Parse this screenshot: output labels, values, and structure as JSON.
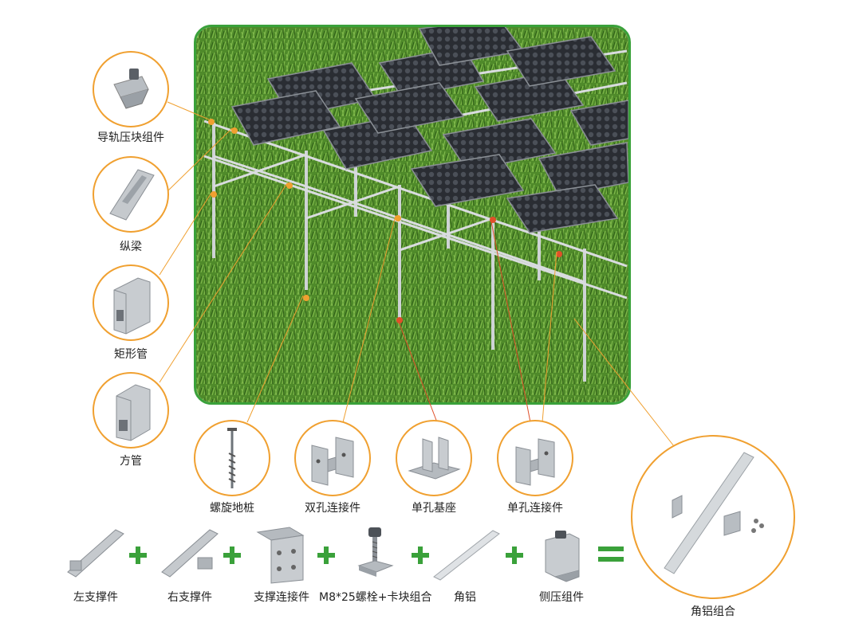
{
  "colors": {
    "accent_green": "#3aa13a",
    "callout_orange": "#f0a030",
    "dot_red": "#e0502a"
  },
  "left_components": [
    {
      "label": "导轨压块组件",
      "icon": "rail-clamp-icon"
    },
    {
      "label": "纵梁",
      "icon": "longitudinal-beam-icon"
    },
    {
      "label": "矩形管",
      "icon": "rectangular-tube-icon"
    },
    {
      "label": "方管",
      "icon": "square-tube-icon"
    }
  ],
  "bottom_components": [
    {
      "label": "螺旋地桩",
      "icon": "ground-screw-icon"
    },
    {
      "label": "双孔连接件",
      "icon": "double-hole-connector-icon"
    },
    {
      "label": "单孔基座",
      "icon": "single-hole-base-icon"
    },
    {
      "label": "单孔连接件",
      "icon": "single-hole-connector-icon"
    }
  ],
  "formula_parts": [
    {
      "label": "左支撑件",
      "icon": "left-support-icon"
    },
    {
      "label": "右支撑件",
      "icon": "right-support-icon"
    },
    {
      "label": "支撑连接件",
      "icon": "support-connector-icon"
    },
    {
      "label": "M8*25螺栓+卡块组合",
      "icon": "bolt-block-icon"
    },
    {
      "label": "角铝",
      "icon": "angle-aluminum-icon"
    },
    {
      "label": "侧压组件",
      "icon": "side-clamp-icon"
    }
  ],
  "result": {
    "label": "角铝组合",
    "icon": "angle-aluminum-assembly-icon"
  }
}
